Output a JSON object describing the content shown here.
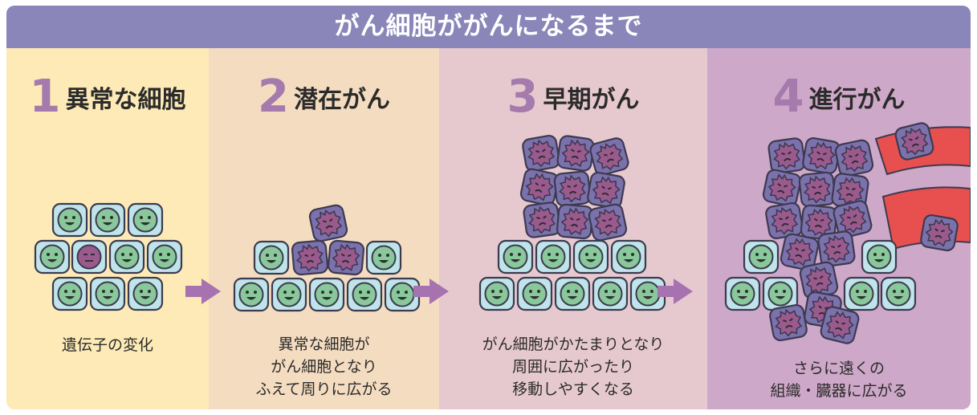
{
  "title": "がん細胞ががんになるまで",
  "stages": [
    {
      "number": "1",
      "name": "異常な細胞",
      "description": "遺伝子の変化"
    },
    {
      "number": "2",
      "name": "潜在がん",
      "description": "異常な細胞が\nがん細胞となり\nふえて周りに広がる"
    },
    {
      "number": "3",
      "name": "早期がん",
      "description": "がん細胞がかたまりとなり\n周囲に広がったり\n移動しやすくなる"
    },
    {
      "number": "4",
      "name": "進行がん",
      "description": "さらに遠くの\n組織・臓器に広がる"
    }
  ],
  "colors": {
    "header_bg": "#8a86b9",
    "stage1_bg": "#fdeab7",
    "stage2_bg": "#f4dcc0",
    "stage3_bg": "#e6c9cf",
    "stage4_bg": "#cea8c8",
    "stage_number": "#a57aac",
    "arrow": "#a673b0",
    "normal_cell_fill": "#bfe4ea",
    "normal_cell_nucleus": "#88c89a",
    "cancer_cell_fill": "#7b72ad",
    "cancer_cell_nucleus": "#9a5a8e",
    "blood_vessel": "#e8504f"
  },
  "icons": [
    "normal-cell-icon",
    "abnormal-cell-icon",
    "cancer-cell-icon",
    "right-arrow-icon",
    "blood-vessel-icon"
  ]
}
